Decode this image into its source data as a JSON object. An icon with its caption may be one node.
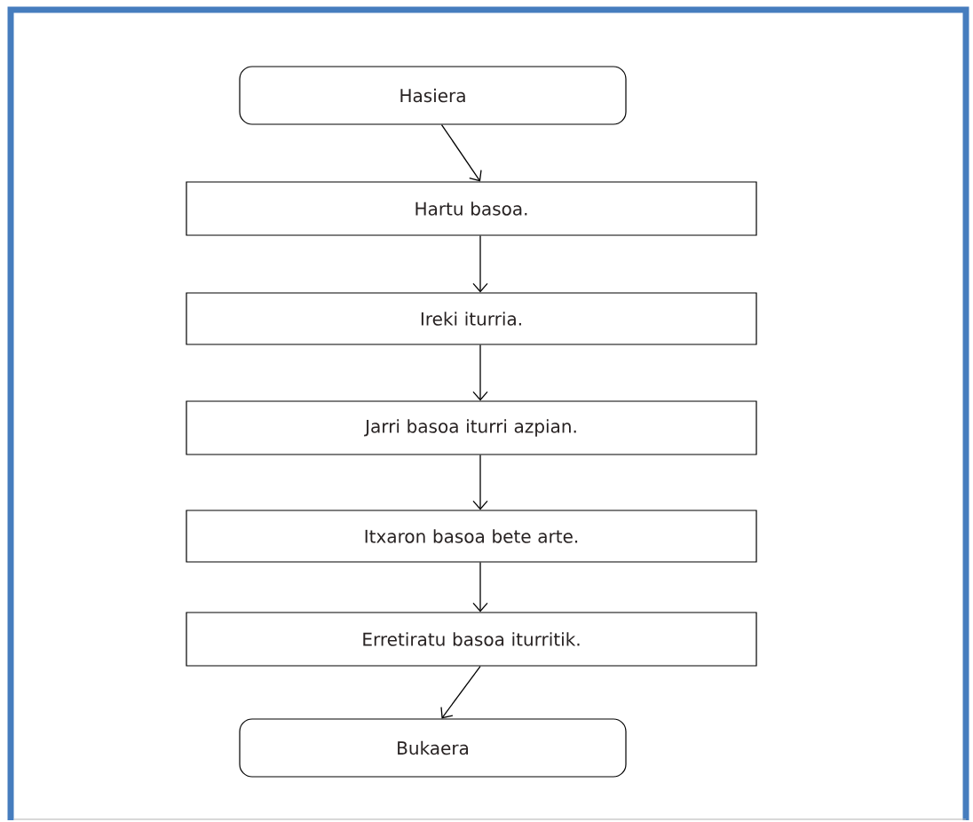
{
  "diagram": {
    "nodes": [
      {
        "text": [
          "Hasiera"
        ]
      },
      {
        "text": [
          "Hartu basoa."
        ]
      },
      {
        "text": [
          "Ireki iturria."
        ]
      },
      {
        "text": [
          "Jarri basoa iturri azpian."
        ]
      },
      {
        "text": [
          "Itxaron basoa bete arte."
        ]
      },
      {
        "text": [
          "Erretiratu basoa iturritik."
        ]
      },
      {
        "text": [
          "Bukaera"
        ]
      }
    ],
    "edges": [
      {
        "from": 0,
        "to": 1,
        "arrow": "to"
      },
      {
        "from": 1,
        "to": 2,
        "arrow": "to"
      },
      {
        "from": 2,
        "to": 3,
        "arrow": "to"
      },
      {
        "from": 3,
        "to": 4,
        "arrow": "to"
      },
      {
        "from": 4,
        "to": 5,
        "arrow": "to"
      },
      {
        "from": 5,
        "to": 6,
        "arrow": "to"
      }
    ]
  }
}
